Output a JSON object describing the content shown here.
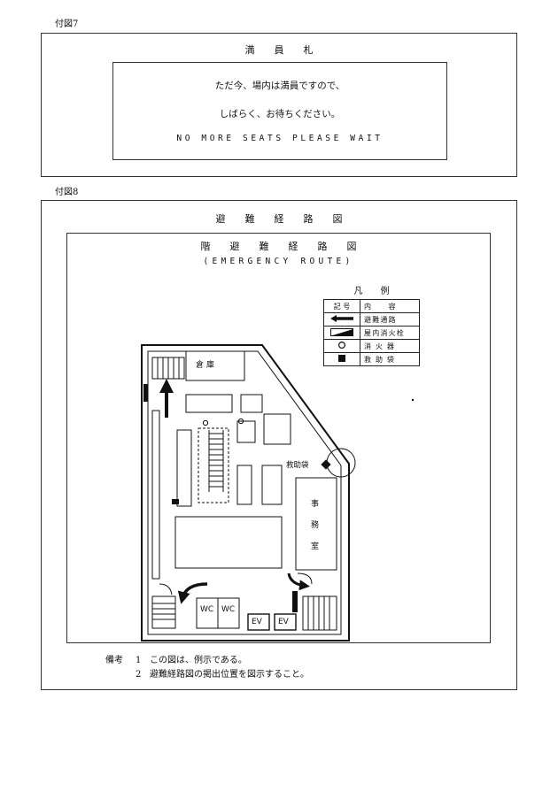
{
  "figure7": {
    "label": "付図7",
    "title": "満　　員　　札",
    "line1": "ただ今、場内は満員ですので、",
    "line2": "しばらく、お待ちください。",
    "english": "NO MORE SEATS PLEASE WAIT"
  },
  "figure8": {
    "label": "付図8",
    "title": "避　　難　　経　　路　　図",
    "inner_title": "階　　避　　難　　経　　路　　図",
    "inner_subtitle": "(EMERGENCY ROUTE)",
    "legend": {
      "title": "凡　　例",
      "header_symbol": "記 号",
      "header_content": "内　　容",
      "rows": [
        {
          "icon": "arrow-left-icon",
          "desc": "避難通路"
        },
        {
          "icon": "fire-hydrant-icon",
          "desc": "屋内消火栓"
        },
        {
          "icon": "extinguisher-circle-icon",
          "desc": "消 火 器"
        },
        {
          "icon": "rescue-bag-square-icon",
          "desc": "救 助 袋"
        }
      ]
    },
    "map": {
      "storage": "倉 庫",
      "rescue_bag": "救助袋",
      "office": [
        "事",
        "務",
        "室"
      ],
      "wc1": "WC",
      "wc2": "WC",
      "ev1": "EV",
      "ev2": "EV"
    },
    "notes_label": "備考",
    "notes": [
      {
        "num": "1",
        "text": "この図は、例示である。"
      },
      {
        "num": "2",
        "text": "避難経路図の掲出位置を図示すること。"
      }
    ]
  }
}
